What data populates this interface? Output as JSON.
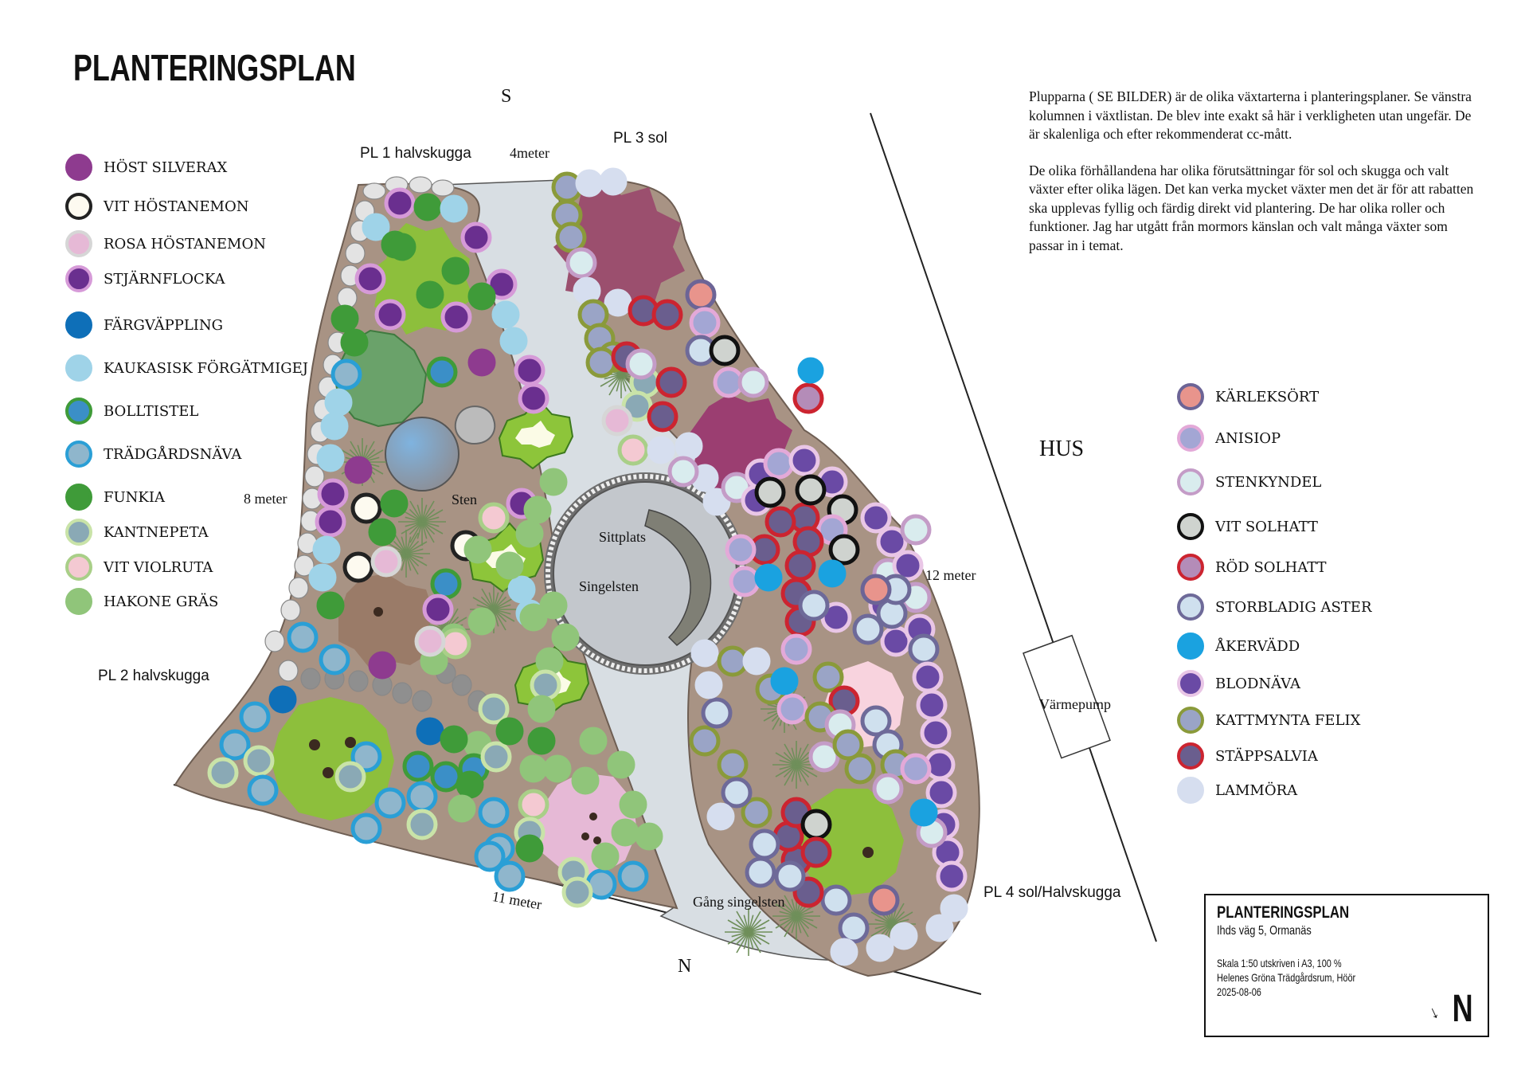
{
  "title": "PLANTERINGSPLAN",
  "compass": {
    "top": "S",
    "bottom": "N"
  },
  "areas": {
    "pl1": "PL 1 halvskugga",
    "pl2": "PL 2 halvskugga",
    "pl3": "PL 3 sol",
    "pl4": "PL 4 sol/Halvskugga"
  },
  "measurements": {
    "top": "4meter",
    "left": "8 meter",
    "bottom": "11 meter",
    "right": "12 meter"
  },
  "features": {
    "sittplats": "Sittplats",
    "singelsten": "Singelsten",
    "sten": "Sten",
    "gang": "Gång singelsten",
    "hus": "HUS",
    "varmepump": "Värmepump"
  },
  "description": [
    "Plupparna ( SE BILDER) är de olika växtarterna i planteringsplaner. Se vänstra kolumnen i växtlistan. De blev inte exakt så här i verkligheten utan ungefär. De är skalenliga och efter rekommenderat cc-mått.",
    "De olika förhållandena har olika förutsättningar för sol och skugga och valt växter efter olika lägen. Det kan verka mycket växter men det är för att rabatten ska upplevas fyllig och färdig direkt vid plantering. De har olika roller och funktioner.  Jag har utgått från mormors känslan och valt många växter som passar in i temat."
  ],
  "legend_left": [
    {
      "label": "HÖST SILVERAX",
      "fill": "#8e3b8f",
      "ring": "#8e3b8f"
    },
    {
      "label": "VIT HÖSTANEMON",
      "fill": "#fdfaf0",
      "ring": "#222222"
    },
    {
      "label": "ROSA HÖSTANEMON",
      "fill": "#e6b9d6",
      "ring": "#d6d6d6"
    },
    {
      "label": "STJÄRNFLOCKA",
      "fill": "#6a2f8f",
      "ring": "#d69ad8"
    },
    {
      "label": "FÄRGVÄPPLING",
      "fill": "#0e6fb8",
      "ring": "#0e6fb8"
    },
    {
      "label": "KAUKASISK FÖRGÄTMIGEJ",
      "fill": "#9fd3e8",
      "ring": "#9fd3e8"
    },
    {
      "label": "BOLLTISTEL",
      "fill": "#3b8fc7",
      "ring": "#3f9b39"
    },
    {
      "label": "TRÄDGÅRDSNÄVA",
      "fill": "#8fb6cc",
      "ring": "#2a9fd6"
    },
    {
      "label": "FUNKIA",
      "fill": "#3f9b39",
      "ring": "#3f9b39"
    },
    {
      "label": "KANTNEPETA",
      "fill": "#8aa9b5",
      "ring": "#c9e3a8"
    },
    {
      "label": "VIT VIOLRUTA",
      "fill": "#f4c9d2",
      "ring": "#a9cf88"
    },
    {
      "label": "HAKONE GRÄS",
      "fill": "#90c57a",
      "ring": "#90c57a"
    }
  ],
  "legend_right": [
    {
      "label": "KÄRLEKSÖRT",
      "fill": "#e8948c",
      "ring": "#6c6496"
    },
    {
      "label": "ANISIOP",
      "fill": "#a3a6d4",
      "ring": "#e3a9d8"
    },
    {
      "label": "STENKYNDEL",
      "fill": "#d9ecee",
      "ring": "#c49cc7"
    },
    {
      "label": "VIT SOLHATT",
      "fill": "#cfd3cf",
      "ring": "#111111"
    },
    {
      "label": "RÖD SOLHATT",
      "fill": "#b48cb8",
      "ring": "#cc2430"
    },
    {
      "label": "STORBLADIG ASTER",
      "fill": "#cfe0ee",
      "ring": "#6e6a99"
    },
    {
      "label": "ÅKERVÄDD",
      "fill": "#1aa2e0",
      "ring": "#1aa2e0"
    },
    {
      "label": "BLODNÄVA",
      "fill": "#6a4aa5",
      "ring": "#e9c6e6"
    },
    {
      "label": "KATTMYNTA FELIX",
      "fill": "#9aa4c6",
      "ring": "#8a9a3a"
    },
    {
      "label": "STÄPPSALVIA",
      "fill": "#6a5e8e",
      "ring": "#cc2430"
    },
    {
      "label": "LAMMÖRA",
      "fill": "#d6deef",
      "ring": "#d6deef"
    }
  ],
  "infobox": {
    "title": "PLANTERINGSPLAN",
    "address": "Ihds väg 5, Ormanäs",
    "scale": "Skala 1:50 utskriven i  A3, 100 %",
    "company": "Helenes Gröna Trädgårdsrum, Höör",
    "date": "2025-08-06",
    "north": "N"
  }
}
